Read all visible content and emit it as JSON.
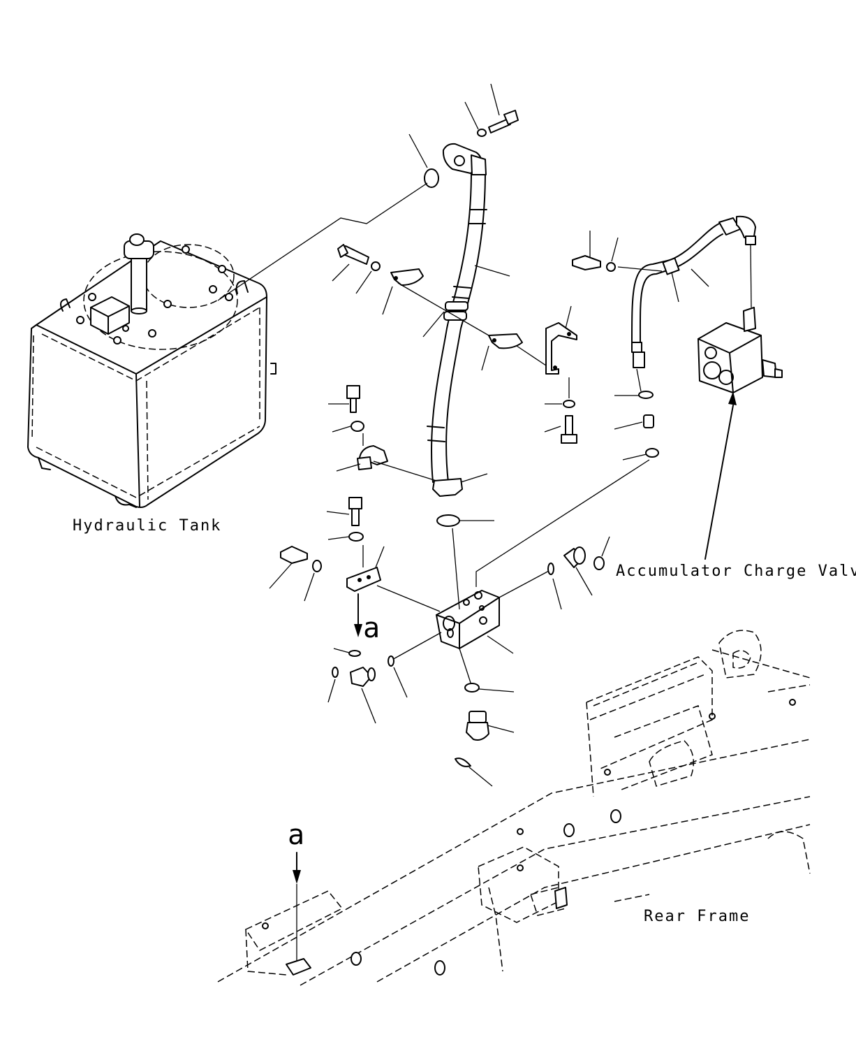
{
  "labels": {
    "hydraulic_tank": "Hydraulic Tank",
    "accumulator_charge_valve": "Accumulator Charge Valve",
    "rear_frame": "Rear Frame",
    "view_a_upper": "a",
    "view_a_lower": "a"
  }
}
